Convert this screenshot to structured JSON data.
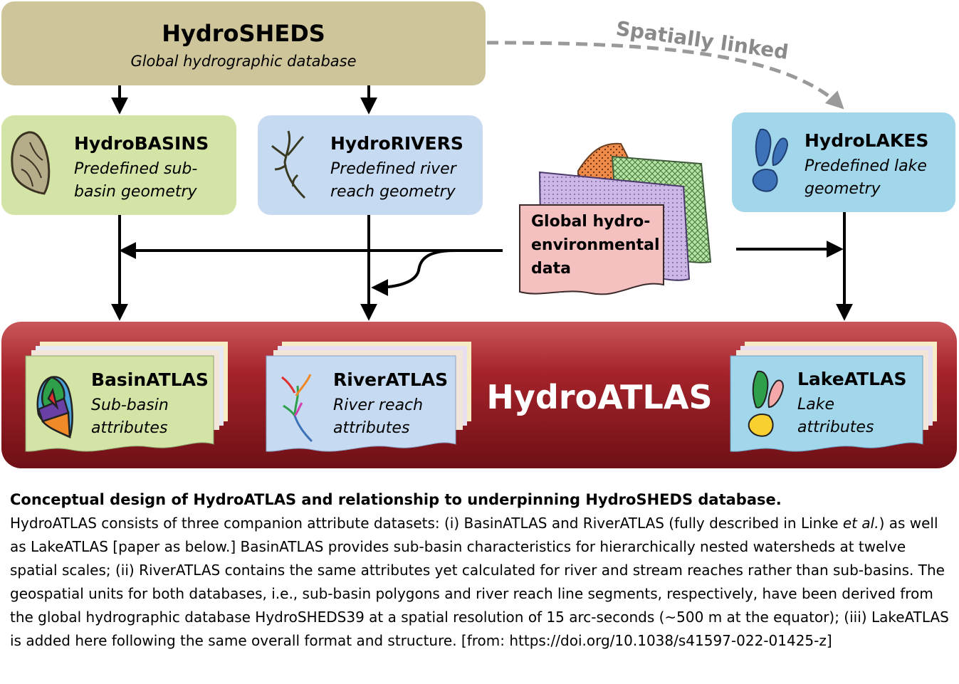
{
  "hydrosheds": {
    "title": "HydroSHEDS",
    "subtitle": "Global hydrographic database"
  },
  "spatially_linked": "Spatially linked",
  "hydrobasins": {
    "title": "HydroBASINS",
    "line1": "Predefined sub-",
    "line2": "basin geometry"
  },
  "hydrorivers": {
    "title": "HydroRIVERS",
    "line1": "Predefined river",
    "line2": "reach geometry"
  },
  "hydrolakes": {
    "title": "HydroLAKES",
    "line1": "Predefined lake",
    "line2": "geometry"
  },
  "env_data": {
    "line1": "Global hydro-",
    "line2": "environmental",
    "line3": "data"
  },
  "hydroatlas": {
    "title": "HydroATLAS"
  },
  "basinatlas": {
    "title": "BasinATLAS",
    "line1": "Sub-basin",
    "line2": "attributes"
  },
  "riveratlas": {
    "title": "RiverATLAS",
    "line1": "River reach",
    "line2": "attributes"
  },
  "lakeatlas": {
    "title": "LakeATLAS",
    "line1": "Lake",
    "line2": "attributes"
  },
  "caption": {
    "title": "Conceptual design of HydroATLAS and relationship to underpinning HydroSHEDS database.",
    "body_before_italic": "HydroATLAS consists of three companion attribute datasets: (i) BasinATLAS and RiverATLAS (fully described in Linke ",
    "italic": "et al.",
    "body_after_italic": ") as well as LakeATLAS [paper as below.] BasinATLAS provides sub-basin characteristics for hierarchically nested watersheds at twelve spatial scales; (ii) RiverATLAS contains the same attributes yet calculated for river and stream reaches rather than sub-basins. The geospatial units for both databases, i.e., sub-basin polygons and river reach line segments, respectively, have been derived from the global hydrographic database HydroSHEDS39 at a spatial resolution of 15 arc-seconds (~500 m at the equator); (iii) LakeATLAS is added here following the same overall format and structure. [from: https://doi.org/10.1038/s41597-022-01425-z]"
  },
  "colors": {
    "hydrosheds_box": "#cfc59a",
    "hydrobasins_box": "#d3e4a6",
    "hydrorivers_box": "#c6daf1",
    "hydrolakes_box": "#a2d6ea",
    "hydroatlas_band": "#a5232a",
    "env_data_sheet": "#f4c0c0"
  }
}
